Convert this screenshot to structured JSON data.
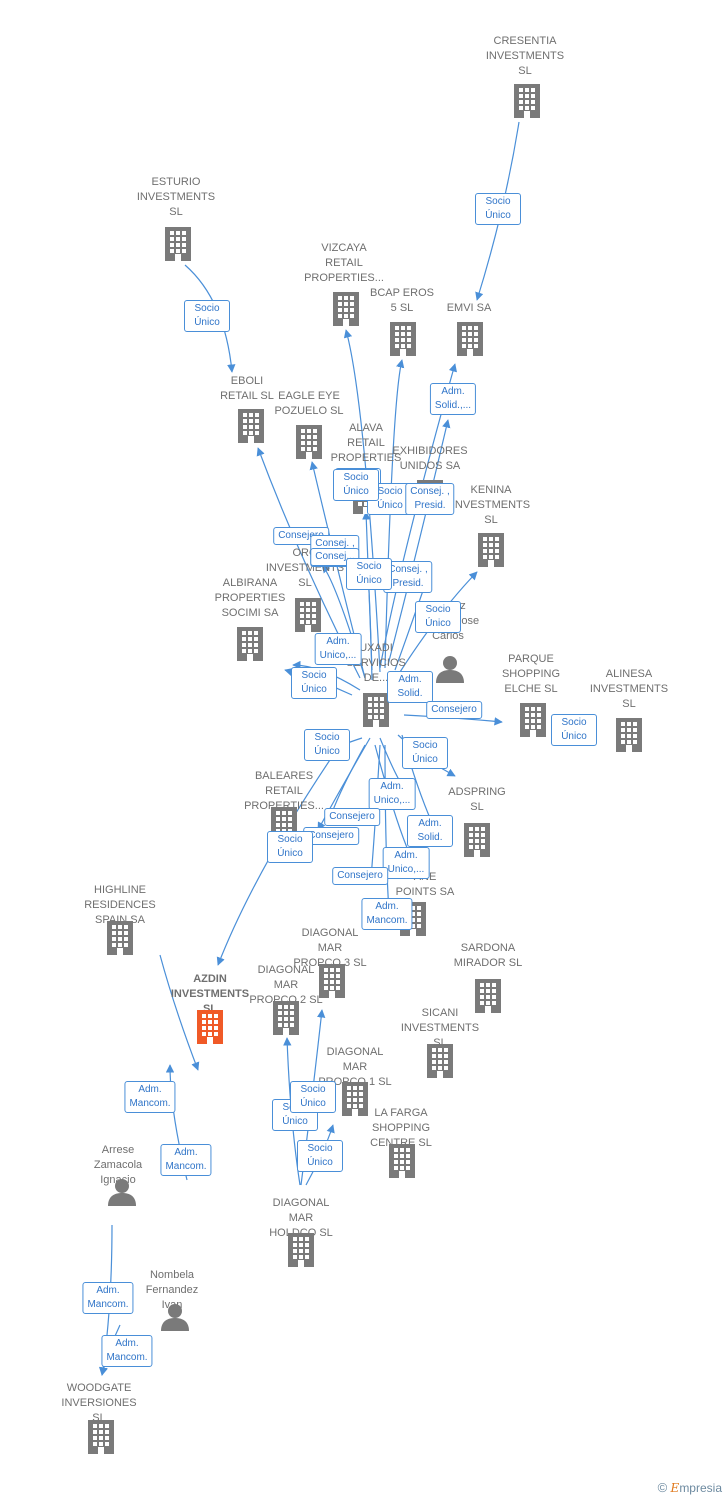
{
  "colors": {
    "edge": "#4a8fd8",
    "building": "#7a7a7a",
    "focus": "#f05a28",
    "person": "#7a7a7a"
  },
  "nodes": [
    {
      "id": "cresentia",
      "label": "CRESENTIA\nINVESTMENTS\nSL",
      "type": "building"
    },
    {
      "id": "esturio",
      "label": "ESTURIO\nINVESTMENTS\nSL",
      "type": "building"
    },
    {
      "id": "vizcaya",
      "label": "VIZCAYA\nRETAIL\nPROPERTIES...",
      "type": "building"
    },
    {
      "id": "bcap",
      "label": "BCAP EROS\n5  SL",
      "type": "building"
    },
    {
      "id": "emvi",
      "label": "EMVI SA",
      "type": "building"
    },
    {
      "id": "eboli",
      "label": "EBOLI\nRETAIL  SL",
      "type": "building"
    },
    {
      "id": "eagle",
      "label": "EAGLE EYE\nPOZUELO  SL",
      "type": "building"
    },
    {
      "id": "alava",
      "label": "ALAVA\nRETAIL\nPROPERTIES",
      "type": "building"
    },
    {
      "id": "exhibidores",
      "label": "EXHIBIDORES\nUNIDOS SA",
      "type": "building"
    },
    {
      "id": "kenina",
      "label": "KENINA\nINVESTMENTS\nSL",
      "type": "building"
    },
    {
      "id": "oro",
      "label": "ORO\nINVESTMENTS\nSL",
      "type": "building"
    },
    {
      "id": "albirana",
      "label": "ALBIRANA\nPROPERTIES\nSOCIMI SA",
      "type": "building"
    },
    {
      "id": "gomez",
      "label": "Gomez\nMarcos Jose\nCarlos",
      "type": "person"
    },
    {
      "id": "uxadi",
      "label": "UXADI\nSERVICIOS\nDE...",
      "type": "building"
    },
    {
      "id": "parque",
      "label": "PARQUE\nSHOPPING\nELCHE SL",
      "type": "building"
    },
    {
      "id": "alinesa",
      "label": "ALINESA\nINVESTMENTS\nSL",
      "type": "building"
    },
    {
      "id": "adspring",
      "label": "ADSPRING\nSL",
      "type": "building"
    },
    {
      "id": "baleares",
      "label": "BALEARES\nRETAIL\nPROPERTIES...",
      "type": "building"
    },
    {
      "id": "ane",
      "label": "ANE\nPOINTS SA",
      "type": "building"
    },
    {
      "id": "highline",
      "label": "HIGHLINE\nRESIDENCES\nSPAIN SA",
      "type": "building"
    },
    {
      "id": "azdin",
      "label": "AZDIN\nINVESTMENTS\nSL",
      "type": "focus"
    },
    {
      "id": "dm3",
      "label": "DIAGONAL\nMAR\nPROPCO 3  SL",
      "type": "building"
    },
    {
      "id": "sardona",
      "label": "SARDONA\nMIRADOR SL",
      "type": "building"
    },
    {
      "id": "dm2",
      "label": "DIAGONAL\nMAR\nPROPCO 2  SL",
      "type": "building"
    },
    {
      "id": "sicani",
      "label": "SICANI\nINVESTMENTS\nSL",
      "type": "building"
    },
    {
      "id": "dm1",
      "label": "DIAGONAL\nMAR\nPROPCO 1  SL",
      "type": "building"
    },
    {
      "id": "lafarga",
      "label": "LA FARGA\nSHOPPING\nCENTRE SL",
      "type": "building"
    },
    {
      "id": "arrese",
      "label": "Arrese\nZamacola\nIgnacio",
      "type": "person"
    },
    {
      "id": "holdco",
      "label": "DIAGONAL\nMAR\nHOLDCO  SL",
      "type": "building"
    },
    {
      "id": "nombela",
      "label": "Nombela\nFernandez\nIvan",
      "type": "person"
    },
    {
      "id": "woodgate",
      "label": "WOODGATE\nINVERSIONES\nSL",
      "type": "building"
    }
  ],
  "relations": [
    {
      "label": "Socio\nÚnico"
    },
    {
      "label": "Socio\nÚnico"
    },
    {
      "label": "Socio\nÚnico"
    },
    {
      "label": "Socio\nÚnico"
    },
    {
      "label": "Adm.\nSolid.,..."
    },
    {
      "label": "Consej. ,\nPresid."
    },
    {
      "label": "Consejero"
    },
    {
      "label": "Consej. ,\n..."
    },
    {
      "label": "Consej..."
    },
    {
      "label": "Socio\nÚnico"
    },
    {
      "label": "Consej. ,\nPresid."
    },
    {
      "label": "Socio\nÚnico"
    },
    {
      "label": "Adm.\nUnico,..."
    },
    {
      "label": "Socio\nÚnico"
    },
    {
      "label": "Adm.\nSolid."
    },
    {
      "label": "Consejero"
    },
    {
      "label": "Socio\nÚnico"
    },
    {
      "label": "Socio\nÚnico"
    },
    {
      "label": "Socio\nÚnico"
    },
    {
      "label": "Adm.\nUnico,..."
    },
    {
      "label": "Consejero"
    },
    {
      "label": "Consejero"
    },
    {
      "label": "Adm.\nSolid."
    },
    {
      "label": "Socio\nÚnico"
    },
    {
      "label": "Adm.\nUnico,..."
    },
    {
      "label": "Consejero"
    },
    {
      "label": "Adm.\nMancom."
    },
    {
      "label": "Socio\nÚnico"
    },
    {
      "label": "Adm.\nMancom."
    },
    {
      "label": "Adm.\nMancom."
    },
    {
      "label": "Socio\nÚnico"
    },
    {
      "label": "Socio\nÚnico"
    },
    {
      "label": "Socio\nÚnico"
    },
    {
      "label": "Adm.\nMancom."
    },
    {
      "label": "Adm.\nMancom."
    }
  ],
  "footer": {
    "copyright": "©",
    "brand_first": "E",
    "brand_rest": "mpresia"
  }
}
